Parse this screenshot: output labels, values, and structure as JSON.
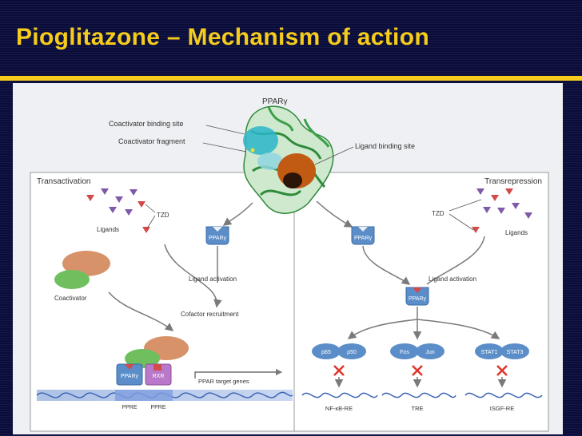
{
  "slide": {
    "title": "Pioglitazone – Mechanism of action"
  },
  "colors": {
    "title": "#f5cc1c",
    "background": "#0a0d3a",
    "pparg": "#5b8ec9",
    "ligand_purple": "#7e5aa8",
    "ligand_red": "#d24a4a",
    "coactivator_orange": "#d8926a",
    "coactivator_green": "#6fbf5e",
    "inhibit_red": "#e0342a"
  },
  "figure": {
    "protein": {
      "title": "PPARγ",
      "coactivator_binding_site": "Coactivator binding site",
      "coactivator_fragment": "Coactivator fragment",
      "ligand_binding_site": "Ligand binding site"
    },
    "transactivation": {
      "heading": "Transactivation",
      "tzd": "TZD",
      "ligands": "Ligands",
      "receptor": "PPARγ",
      "ligand_activation": "Ligand activation",
      "coactivator": "Coactivator",
      "cofactor_recruitment": "Cofactor recruitment",
      "complex_pparg": "PPARγ",
      "complex_rxr": "RXR",
      "ppre_left": "PPRE",
      "ppre_right": "PPRE",
      "target_genes": "PPAR target genes"
    },
    "transrepression": {
      "heading": "Transrepression",
      "tzd": "TZD",
      "ligands": "Ligands",
      "receptor": "PPARγ",
      "ligand_activation": "Ligand activation",
      "activated_receptor": "PPARγ",
      "factors": [
        {
          "left": "p65",
          "right": "p50",
          "element": "NF-κB-RE"
        },
        {
          "left": "Fos",
          "right": "Jun",
          "element": "TRE"
        },
        {
          "left": "STAT1",
          "right": "STAT3",
          "element": "ISGF-RE"
        }
      ]
    }
  }
}
